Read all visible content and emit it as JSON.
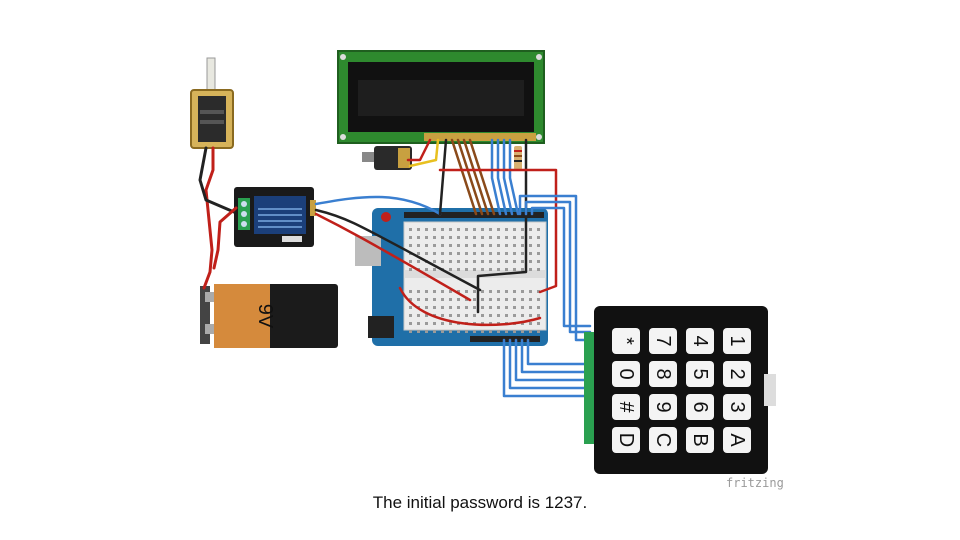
{
  "caption": "The initial password is 1237.",
  "watermark": "fritzing",
  "battery": {
    "label": "9V"
  },
  "keypad": {
    "columns": [
      [
        "*",
        "0",
        "#",
        "D"
      ],
      [
        "7",
        "8",
        "9",
        "C"
      ],
      [
        "4",
        "5",
        "6",
        "B"
      ],
      [
        "1",
        "2",
        "3",
        "A"
      ]
    ]
  },
  "colors": {
    "wire_red": "#c0201a",
    "wire_black": "#222222",
    "wire_blue": "#3a7fd0",
    "wire_brown": "#8a4a1a",
    "wire_yellow": "#e8c020",
    "lcd_pcb": "#2e8a2e",
    "arduino": "#1f6fa8",
    "breadboard": "#ececec",
    "relay": "#1b3f7a",
    "keypad_body": "#111111"
  }
}
